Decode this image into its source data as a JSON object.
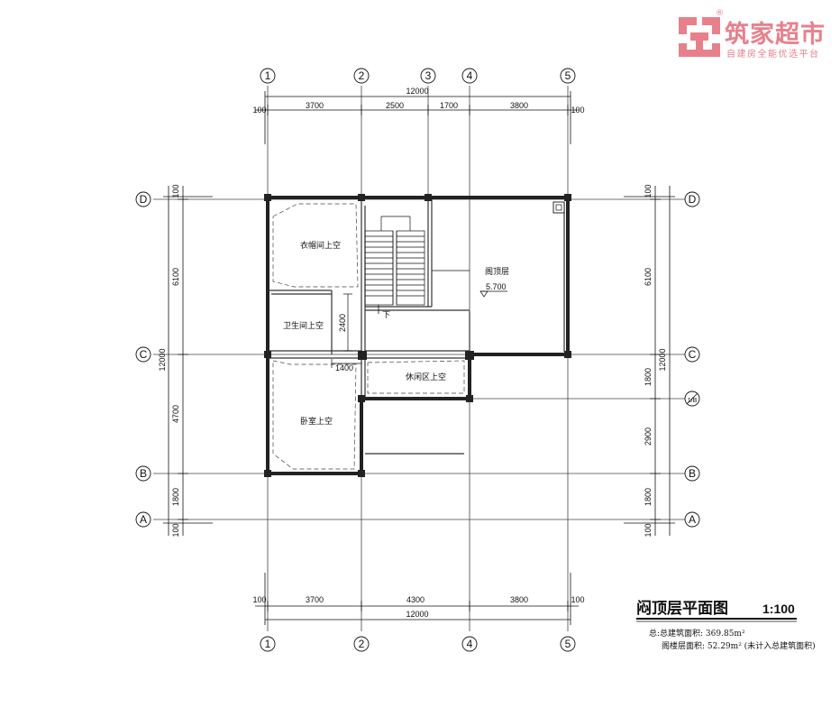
{
  "logo": {
    "title": "筑家超市",
    "registered": "®",
    "subtitle": "自建房全能优选平台",
    "color": "#e8808c"
  },
  "axes": {
    "numeric": [
      "1",
      "2",
      "3",
      "4",
      "5"
    ],
    "letters": [
      "D",
      "C",
      "1/B",
      "B",
      "A"
    ]
  },
  "top_dims": {
    "total": "12000",
    "segments": [
      "100",
      "3700",
      "2500",
      "1700",
      "3800",
      "100"
    ]
  },
  "bottom_dims": {
    "total": "12000",
    "segments": [
      "100",
      "3700",
      "4300",
      "3800",
      "100"
    ]
  },
  "left_dims": {
    "total": "12000",
    "segments": [
      "100",
      "6100",
      "4700",
      "1800",
      "100"
    ]
  },
  "right_dims": {
    "total": "12000",
    "segments": [
      "100",
      "6100",
      "1800",
      "2900",
      "1800",
      "100"
    ]
  },
  "inner_dims": {
    "bath_height": "2400",
    "bath_width": "1400"
  },
  "rooms": {
    "closet": "衣帽间上空",
    "bathroom": "卫生间上空",
    "bedroom": "卧室上空",
    "lounge": "休闲区上空",
    "attic": "阁顶层",
    "attic_level": "5.700",
    "stair_down": "下"
  },
  "title": {
    "main": "闷顶层平面图",
    "scale": "1:100"
  },
  "notes": {
    "line1": "总:总建筑面积: 369.85m²",
    "line2": "阁楼层面积: 52.29m² (未计入总建筑面积)"
  }
}
